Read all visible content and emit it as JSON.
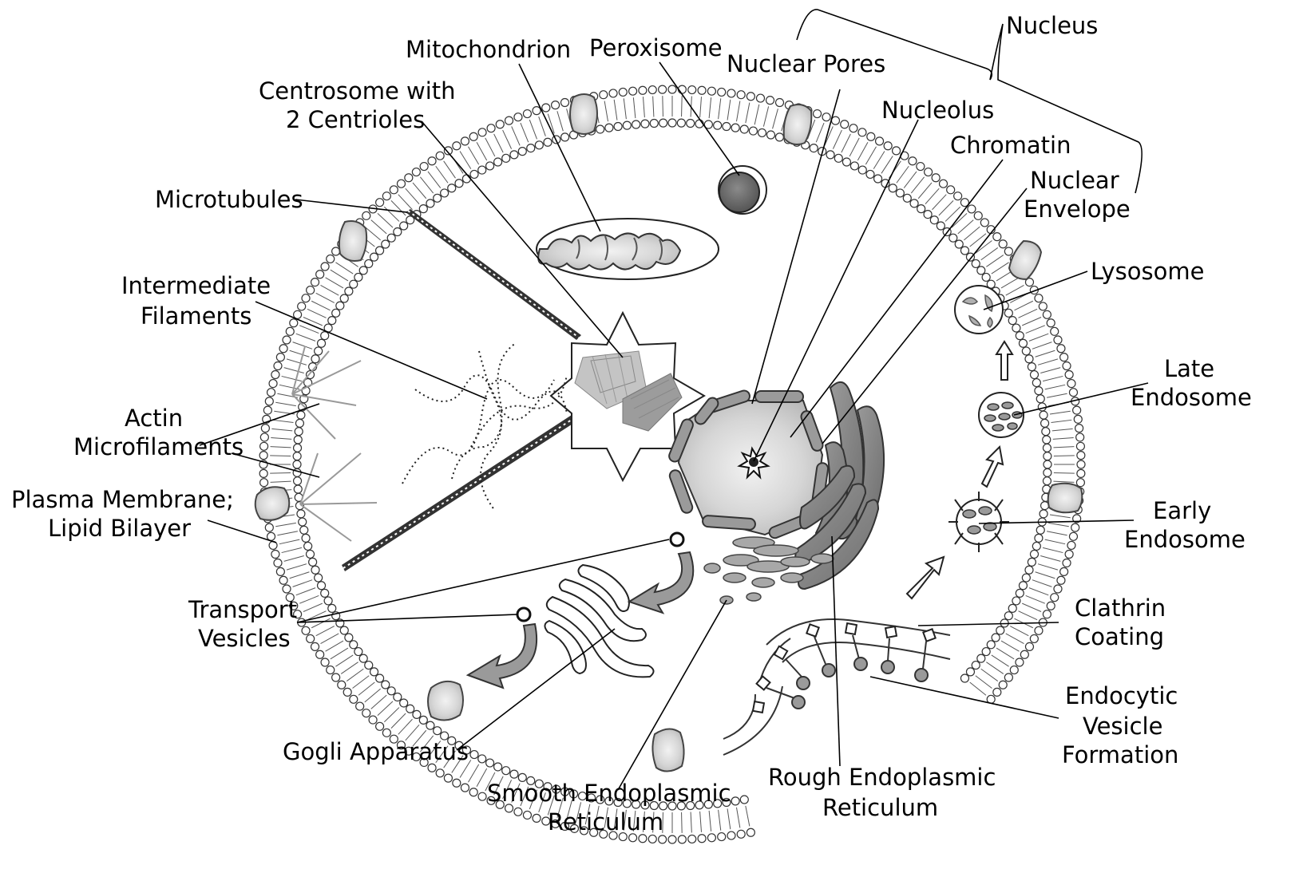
{
  "labels": {
    "nucleus": "Nucleus",
    "mitochondrion": "Mitochondrion",
    "peroxisome": "Peroxisome",
    "nuclear_pores": "Nuclear Pores",
    "centrosome_1": "Centrosome with",
    "centrosome_2": "2 Centrioles",
    "nucleolus": "Nucleolus",
    "chromatin": "Chromatin",
    "nuclear_envelope_1": "Nuclear",
    "nuclear_envelope_2": "Envelope",
    "microtubules": "Microtubules",
    "lysosome": "Lysosome",
    "intermediate_1": "Intermediate",
    "intermediate_2": "Filaments",
    "late_endosome_1": "Late",
    "late_endosome_2": "Endosome",
    "actin_1": "Actin",
    "actin_2": "Microfilaments",
    "plasma_membrane_1": "Plasma Membrane;",
    "plasma_membrane_2": "Lipid Bilayer",
    "early_endosome_1": "Early",
    "early_endosome_2": "Endosome",
    "transport_1": "Transport",
    "transport_2": "Vesicles",
    "clathrin_1": "Clathrin",
    "clathrin_2": "Coating",
    "endocytic_1": "Endocytic",
    "endocytic_2": "Vesicle",
    "endocytic_3": "Formation",
    "golgi": "Gogli Apparatus",
    "smooth_er_1": "Smooth Endoplasmic",
    "smooth_er_2": "Reticulum",
    "rough_er_1": "Rough Endoplasmic",
    "rough_er_2": "Reticulum"
  }
}
